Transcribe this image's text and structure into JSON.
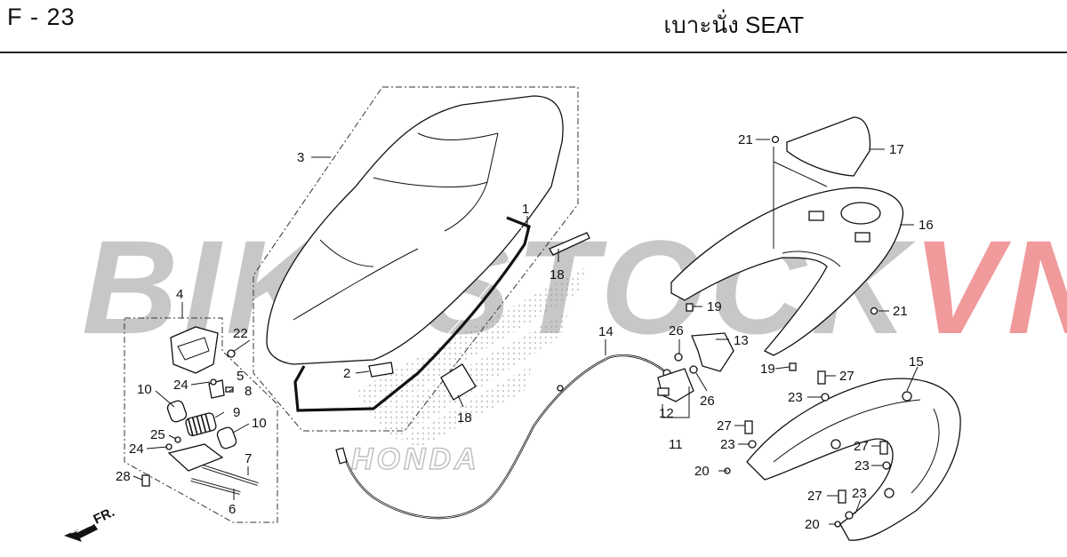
{
  "header": {
    "page_code": "F - 23",
    "title": "เบาะนั่ง  SEAT"
  },
  "watermark": {
    "text_gray": "BIKESTOCK",
    "text_red": "VN",
    "logo_text": "HONDA"
  },
  "direction_indicator": "FR.",
  "callouts": [
    {
      "id": "c1",
      "text": "1"
    },
    {
      "id": "c2",
      "text": "2"
    },
    {
      "id": "c3",
      "text": "3"
    },
    {
      "id": "c4",
      "text": "4"
    },
    {
      "id": "c5",
      "text": "5"
    },
    {
      "id": "c6",
      "text": "6"
    },
    {
      "id": "c7",
      "text": "7"
    },
    {
      "id": "c8",
      "text": "8"
    },
    {
      "id": "c9",
      "text": "9"
    },
    {
      "id": "c10a",
      "text": "10"
    },
    {
      "id": "c10b",
      "text": "10"
    },
    {
      "id": "c11",
      "text": "11"
    },
    {
      "id": "c12",
      "text": "12"
    },
    {
      "id": "c13",
      "text": "13"
    },
    {
      "id": "c14",
      "text": "14"
    },
    {
      "id": "c15",
      "text": "15"
    },
    {
      "id": "c16",
      "text": "16"
    },
    {
      "id": "c17",
      "text": "17"
    },
    {
      "id": "c18a",
      "text": "18"
    },
    {
      "id": "c18b",
      "text": "18"
    },
    {
      "id": "c19a",
      "text": "19"
    },
    {
      "id": "c19b",
      "text": "19"
    },
    {
      "id": "c20a",
      "text": "20"
    },
    {
      "id": "c20b",
      "text": "20"
    },
    {
      "id": "c21a",
      "text": "21"
    },
    {
      "id": "c21b",
      "text": "21"
    },
    {
      "id": "c22",
      "text": "22"
    },
    {
      "id": "c23a",
      "text": "23"
    },
    {
      "id": "c23b",
      "text": "23"
    },
    {
      "id": "c23c",
      "text": "23"
    },
    {
      "id": "c23d",
      "text": "23"
    },
    {
      "id": "c24a",
      "text": "24"
    },
    {
      "id": "c24b",
      "text": "24"
    },
    {
      "id": "c25",
      "text": "25"
    },
    {
      "id": "c26a",
      "text": "26"
    },
    {
      "id": "c26b",
      "text": "26"
    },
    {
      "id": "c27a",
      "text": "27"
    },
    {
      "id": "c27b",
      "text": "27"
    },
    {
      "id": "c27c",
      "text": "27"
    },
    {
      "id": "c27d",
      "text": "27"
    },
    {
      "id": "c28",
      "text": "28"
    }
  ]
}
